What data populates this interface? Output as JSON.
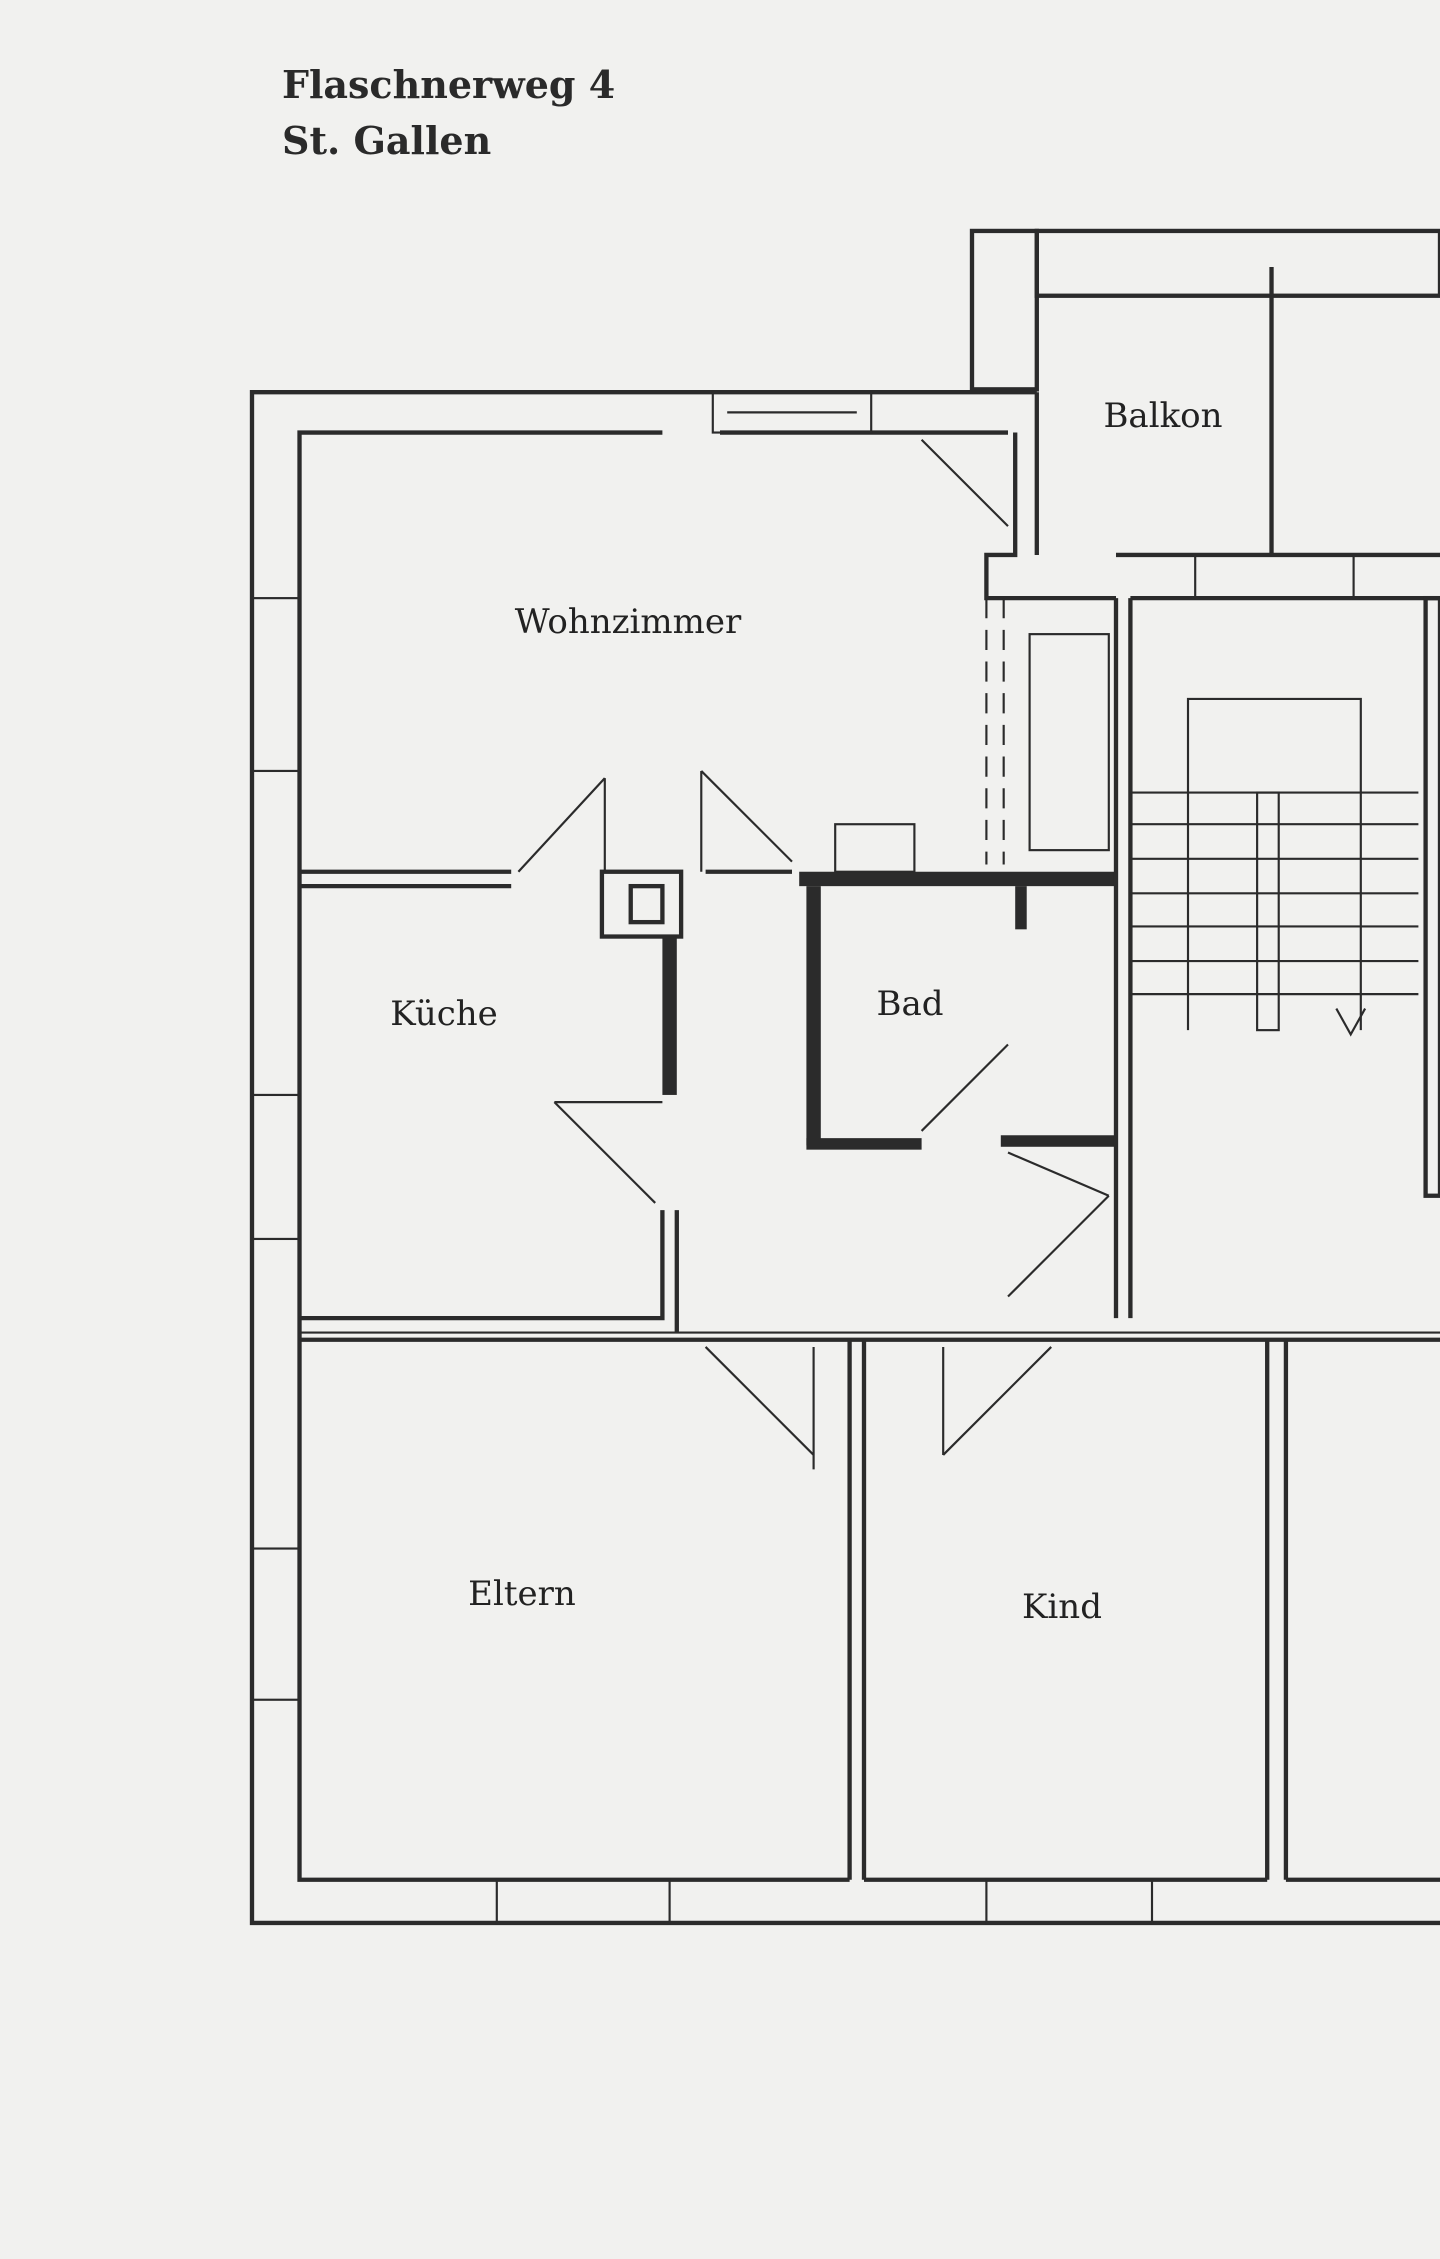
{
  "header": {
    "street": "Flaschnerweg 4",
    "city": "St. Gallen"
  },
  "rooms": {
    "balkon": "Balkon",
    "wohnzimmer": "Wohnzimmer",
    "kueche": "Küche",
    "bad": "Bad",
    "eltern": "Eltern",
    "kind": "Kind"
  }
}
